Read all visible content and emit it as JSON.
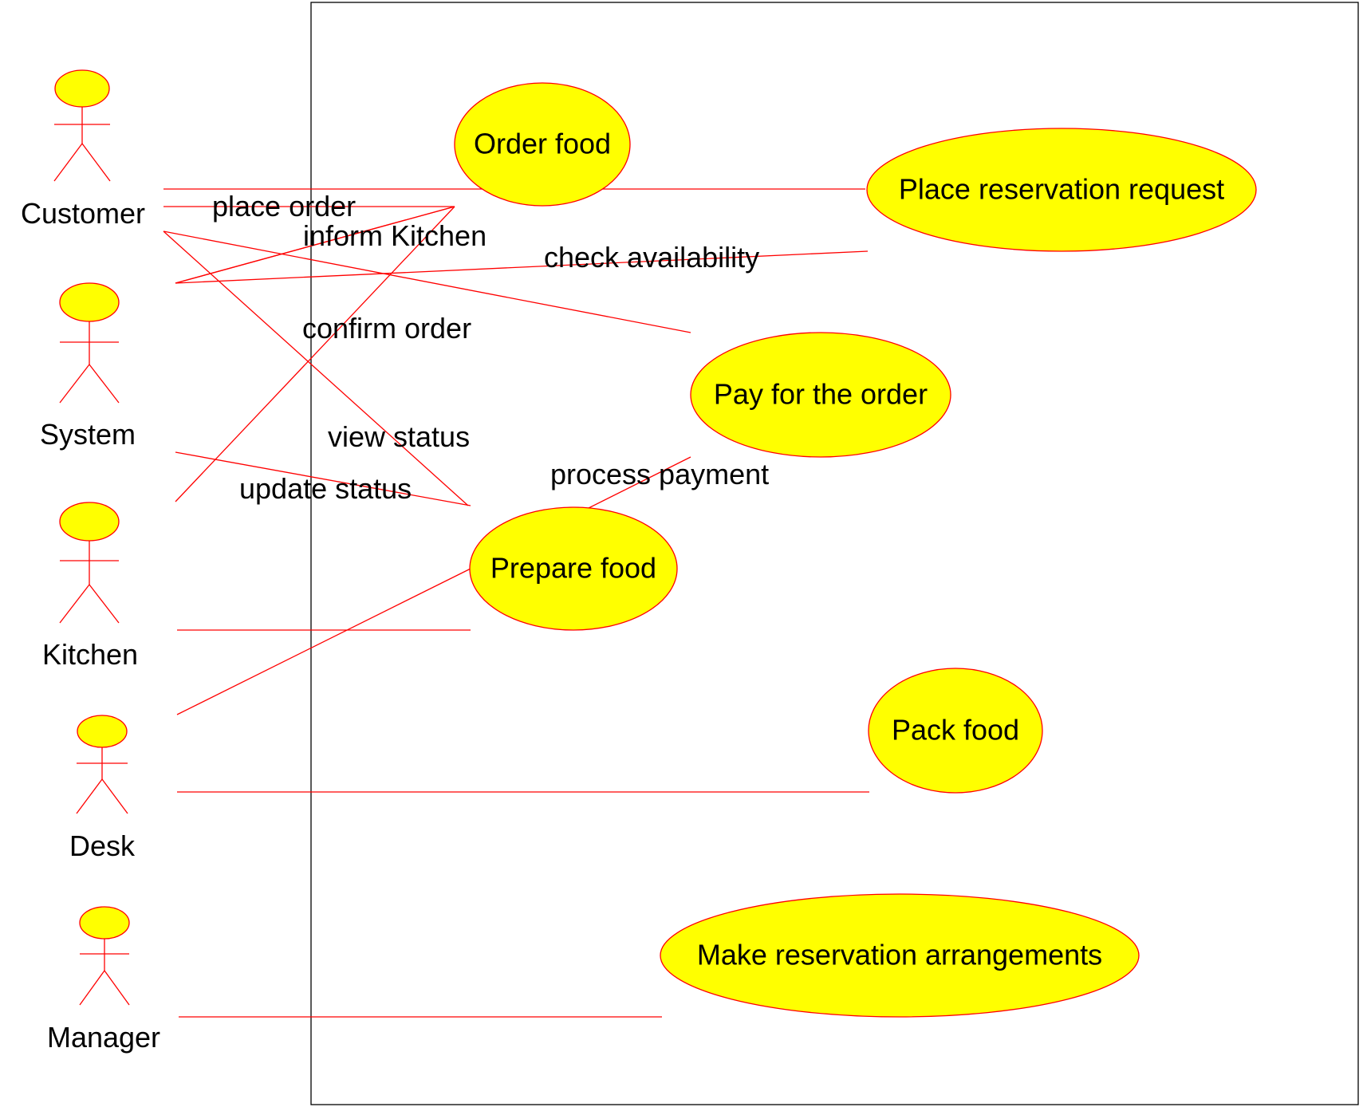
{
  "colors": {
    "actor_head": "#ffff00",
    "use_case_fill": "#ffff00",
    "line": "#ff0000",
    "boundary": "#000000",
    "text": "#000000"
  },
  "actors": [
    {
      "id": "customer",
      "label": "Customer"
    },
    {
      "id": "system",
      "label": "System"
    },
    {
      "id": "kitchen",
      "label": "Kitchen"
    },
    {
      "id": "desk",
      "label": "Desk"
    },
    {
      "id": "manager",
      "label": "Manager"
    }
  ],
  "use_cases": [
    {
      "id": "order-food",
      "label": "Order food"
    },
    {
      "id": "place-reservation-request",
      "label": "Place reservation request"
    },
    {
      "id": "pay-for-the-order",
      "label": "Pay for the order"
    },
    {
      "id": "prepare-food",
      "label": "Prepare food"
    },
    {
      "id": "pack-food",
      "label": "Pack food"
    },
    {
      "id": "make-reservation-arrangements",
      "label": "Make reservation arrangements"
    }
  ],
  "association_labels": [
    {
      "id": "place-order",
      "label": "place order"
    },
    {
      "id": "inform-kitchen",
      "label": "inform Kitchen"
    },
    {
      "id": "check-availability",
      "label": "check availability"
    },
    {
      "id": "confirm-order",
      "label": "confirm order"
    },
    {
      "id": "view-status",
      "label": "view status"
    },
    {
      "id": "update-status",
      "label": "update status"
    },
    {
      "id": "process-payment",
      "label": "process payment"
    }
  ]
}
